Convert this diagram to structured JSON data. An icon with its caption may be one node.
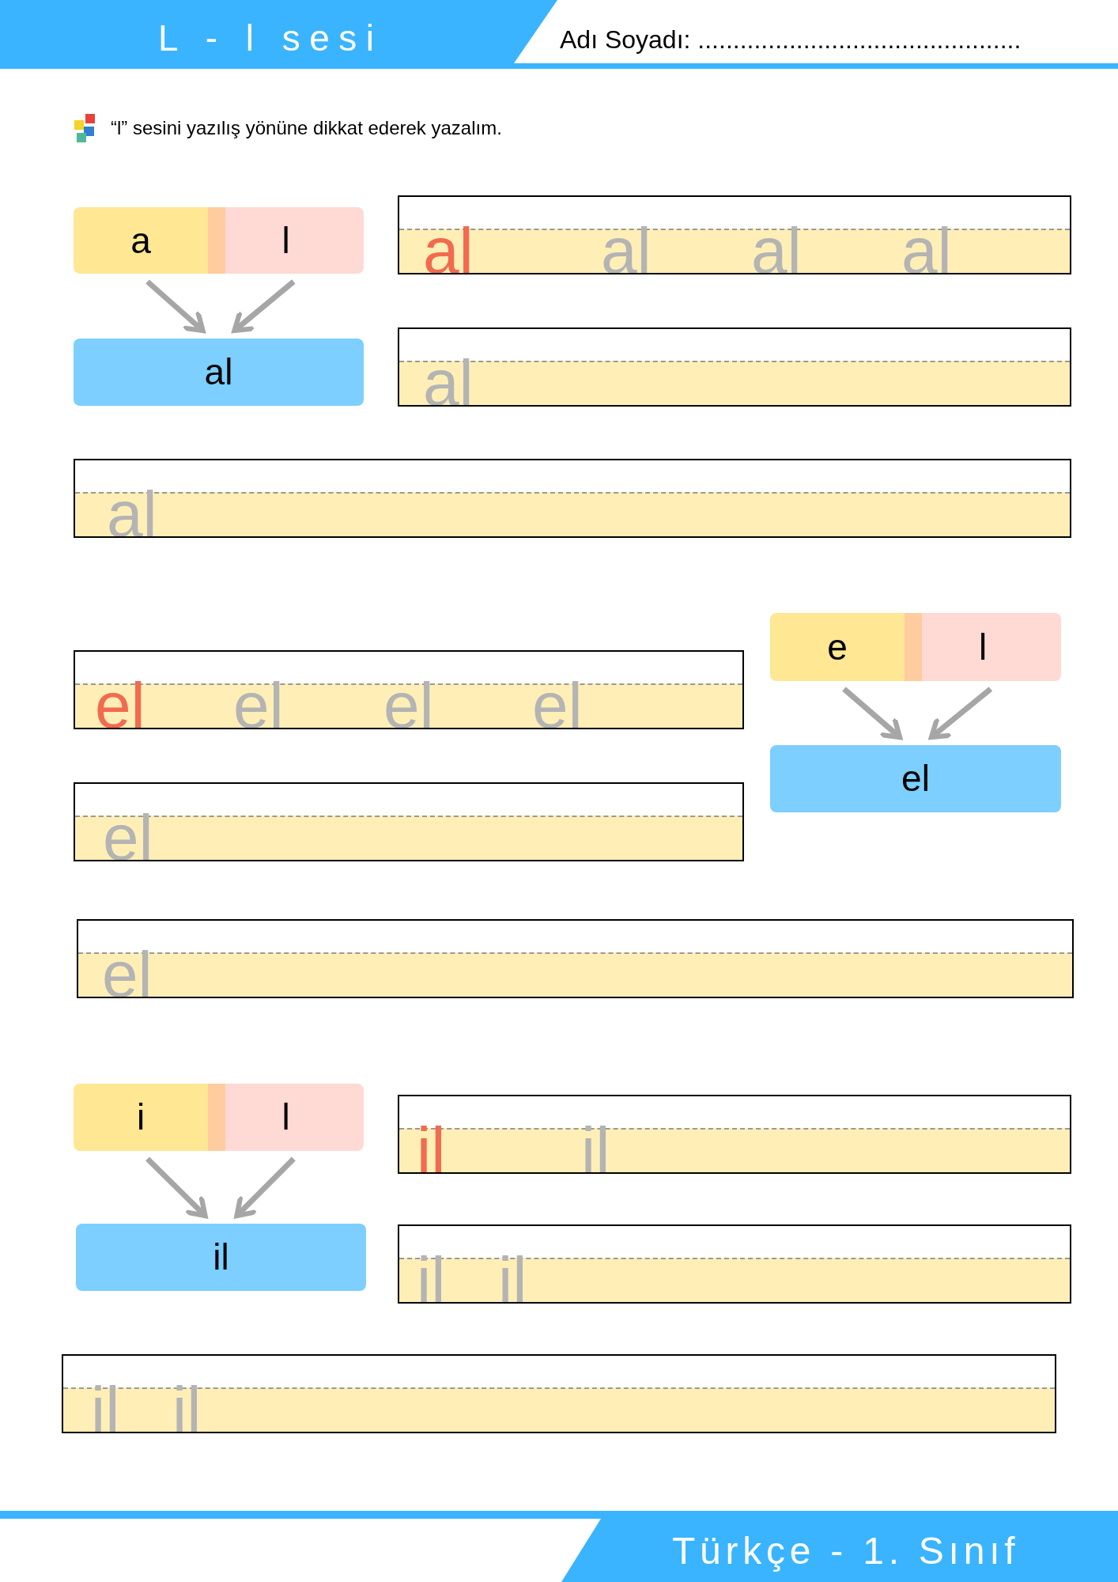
{
  "diagram": {
    "title": "L - l sesi",
    "nodes": [
      {
        "text": [
          "a"
        ]
      },
      {
        "text": [
          "l"
        ]
      },
      {
        "text": [
          "al"
        ]
      },
      {
        "text": [
          "e"
        ]
      },
      {
        "text": [
          "l"
        ]
      },
      {
        "text": [
          "el"
        ]
      },
      {
        "text": [
          "i"
        ]
      },
      {
        "text": [
          "l"
        ]
      },
      {
        "text": [
          "il"
        ]
      }
    ],
    "edges": [
      {
        "from": 0,
        "to": 2,
        "arrow": "to"
      },
      {
        "from": 1,
        "to": 2,
        "arrow": "to"
      },
      {
        "from": 3,
        "to": 5,
        "arrow": "to"
      },
      {
        "from": 4,
        "to": 5,
        "arrow": "to"
      },
      {
        "from": 6,
        "to": 8,
        "arrow": "to"
      },
      {
        "from": 7,
        "to": 8,
        "arrow": "to"
      }
    ],
    "labels": [
      "Adı Soyadı: ..............................................",
      "“l” sesini yazılış yönüne dikkat ederek yazalım.",
      "al",
      "al",
      "al",
      "al",
      "al",
      "al",
      "el",
      "el",
      "el",
      "el",
      "el",
      "el",
      "il",
      "il",
      "il",
      "il",
      "il",
      "il",
      "Türkçe - 1. Sınıf"
    ]
  }
}
